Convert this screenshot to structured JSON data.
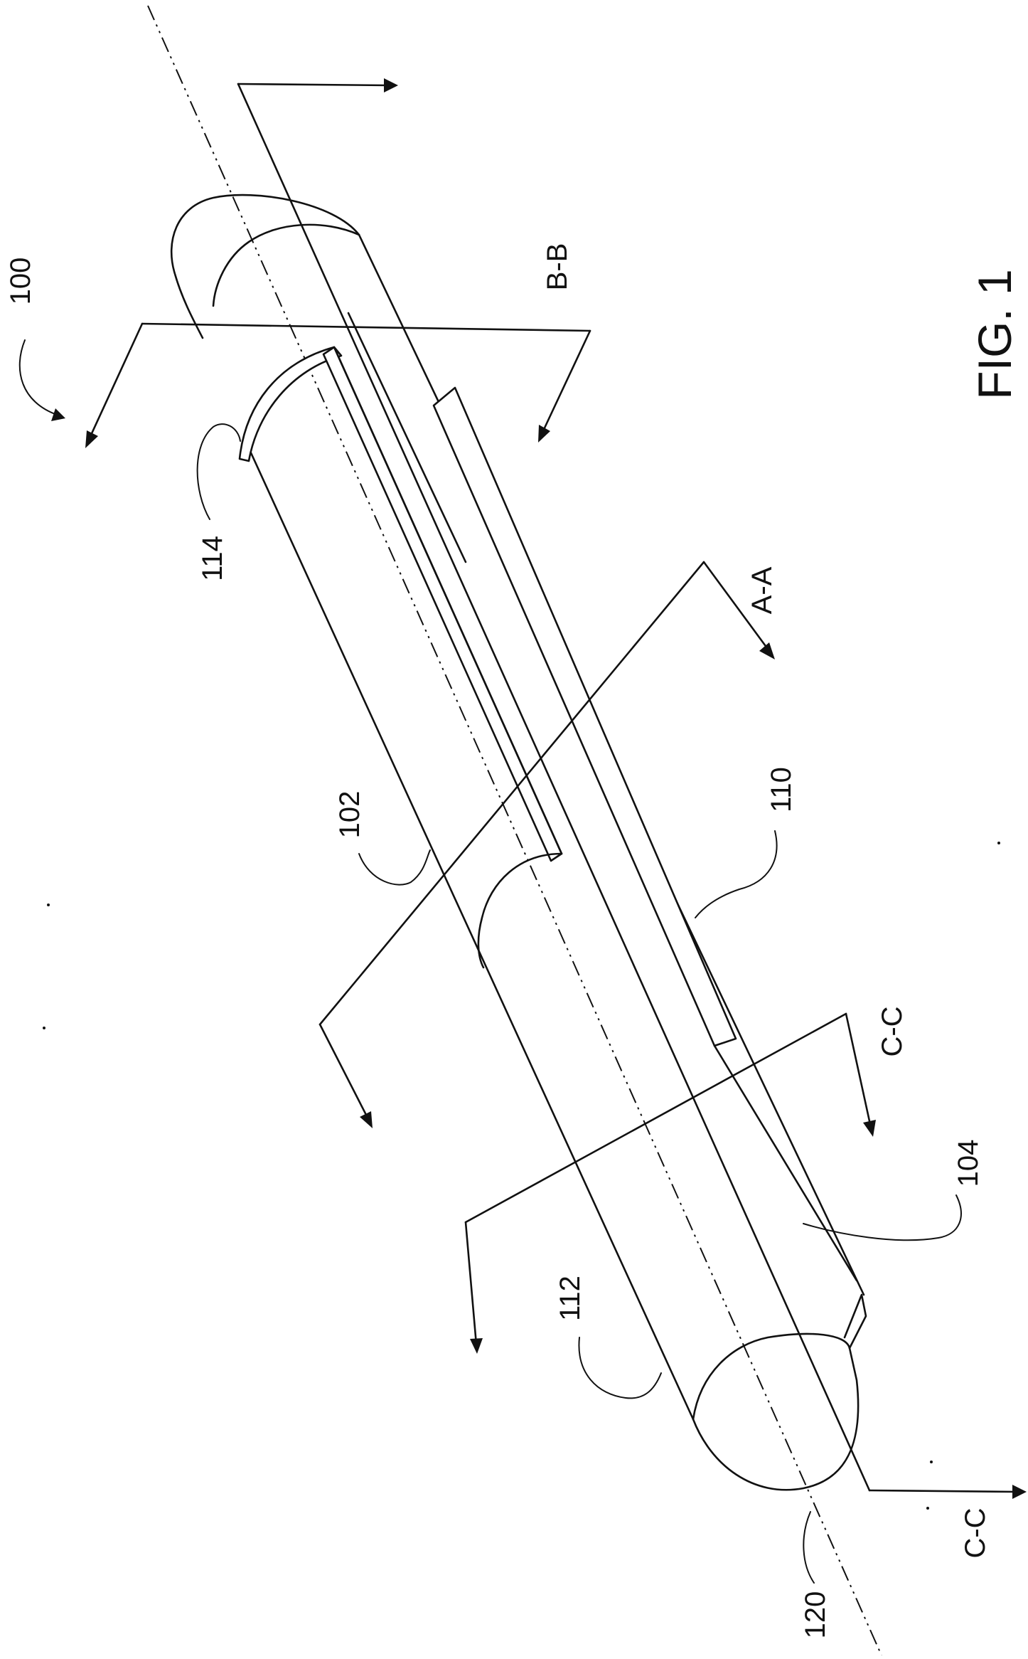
{
  "figure": {
    "title": "FIG. 1",
    "reference_numerals": {
      "device": "100",
      "tube_first_part": "102",
      "tube_second_part": "104",
      "rail": "110",
      "tube_body": "112",
      "end_segment": "114",
      "axis": "120"
    },
    "section_labels": {
      "a": "A-A",
      "b": "B-B",
      "c_right": "C-C",
      "c_bottom": "C-C"
    }
  }
}
